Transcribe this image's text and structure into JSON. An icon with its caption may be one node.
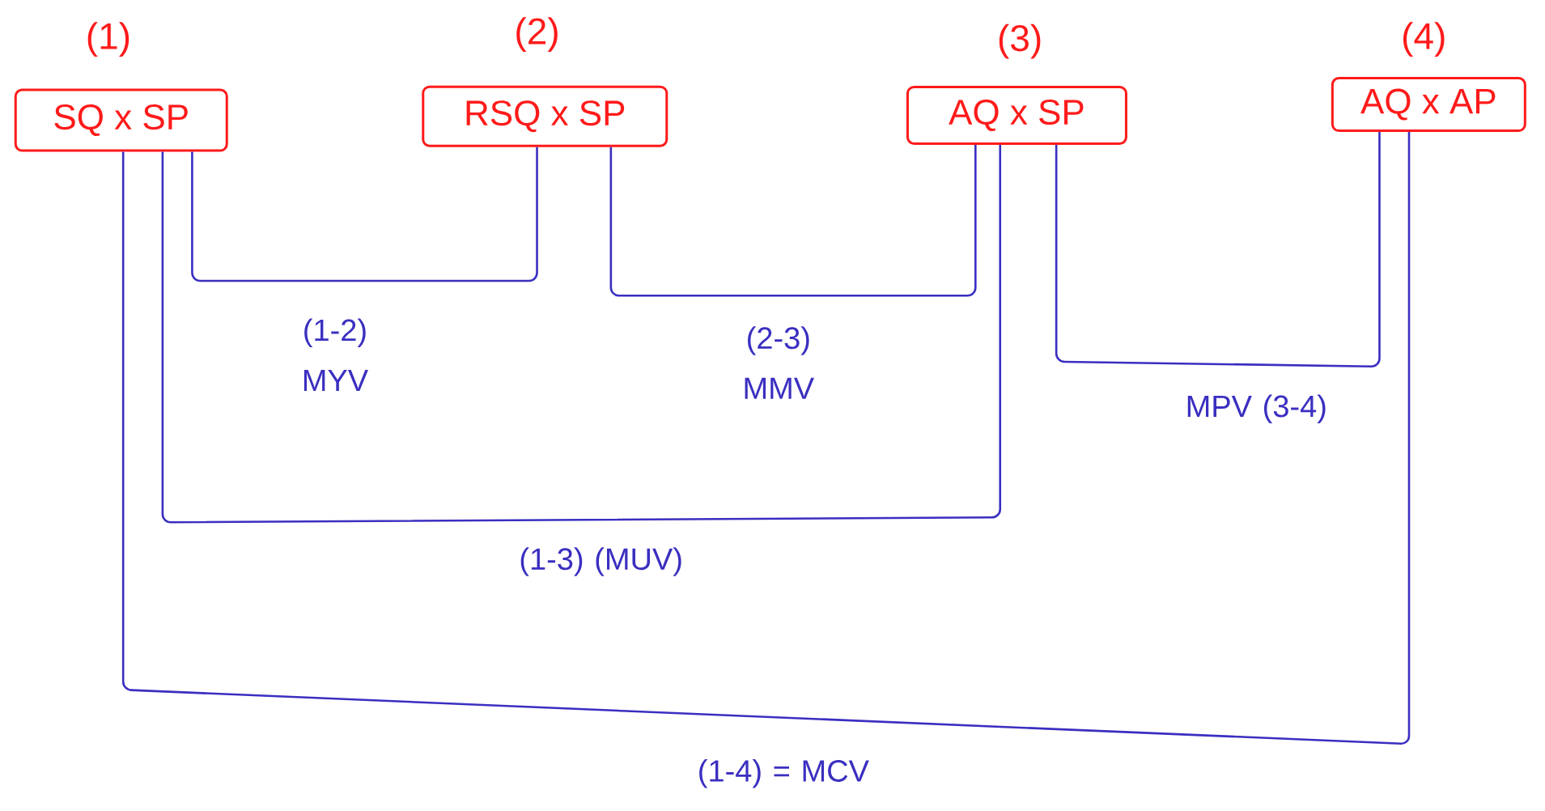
{
  "diagram": {
    "nodes": [
      {
        "text": [
          "(1)",
          "SQ x SP"
        ]
      },
      {
        "text": [
          "(2)",
          "RSQ x SP"
        ]
      },
      {
        "text": [
          "(3)",
          "AQ x SP"
        ]
      },
      {
        "text": [
          "(4)",
          "AQ x AP"
        ]
      }
    ],
    "edges": [
      {
        "from": 0,
        "to": 1,
        "arrow": "none",
        "label": "(1-2) MYV"
      },
      {
        "from": 1,
        "to": 2,
        "arrow": "none",
        "label": "(2-3) MMV"
      },
      {
        "from": 0,
        "to": 2,
        "arrow": "none",
        "label": "(1-3) (MUV)"
      },
      {
        "from": 2,
        "to": 3,
        "arrow": "none",
        "label": "MPV (3-4)"
      },
      {
        "from": 0,
        "to": 3,
        "arrow": "none",
        "label": "(1-4) = MCV"
      }
    ]
  }
}
